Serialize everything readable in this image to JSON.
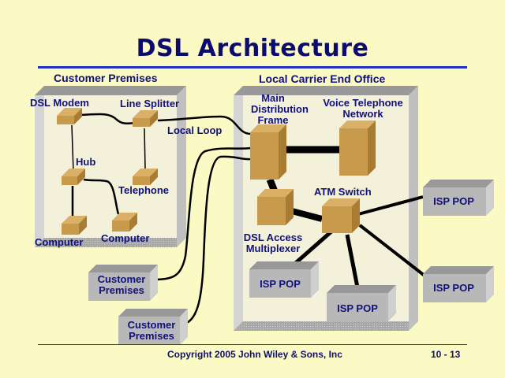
{
  "slide": {
    "title": "DSL Architecture",
    "footer_copyright": "Copyright 2005 John Wiley & Sons, Inc",
    "page_number": "10 - 13"
  },
  "colors": {
    "background": "#fbf9c4",
    "title_text": "#0c0c6e",
    "label_text": "#10107a",
    "title_rule": "#2030c0",
    "device": "#c89a4c",
    "isp_box": "#b8b8b8",
    "frame": "#c8c8c8"
  },
  "customer_premises": {
    "heading": "Customer Premises",
    "devices": {
      "dsl_modem": "DSL Modem",
      "line_splitter": "Line Splitter",
      "hub": "Hub",
      "telephone": "Telephone",
      "computer_1": "Computer",
      "computer_2": "Computer"
    }
  },
  "local_loop_label": "Local Loop",
  "other_premises": [
    {
      "line1": "Customer",
      "line2": "Premises"
    },
    {
      "line1": "Customer",
      "line2": "Premises"
    }
  ],
  "end_office": {
    "heading": "Local Carrier End Office",
    "devices": {
      "mdf_line1": "Main",
      "mdf_line2": "Distribution",
      "mdf_line3": "Frame",
      "voice_line1": "Voice Telephone",
      "voice_line2": "Network",
      "atm_switch": "ATM Switch",
      "dslam_line1": "DSL Access",
      "dslam_line2": "Multiplexer"
    }
  },
  "isp_pops": [
    "ISP POP",
    "ISP POP",
    "ISP POP",
    "ISP POP"
  ]
}
